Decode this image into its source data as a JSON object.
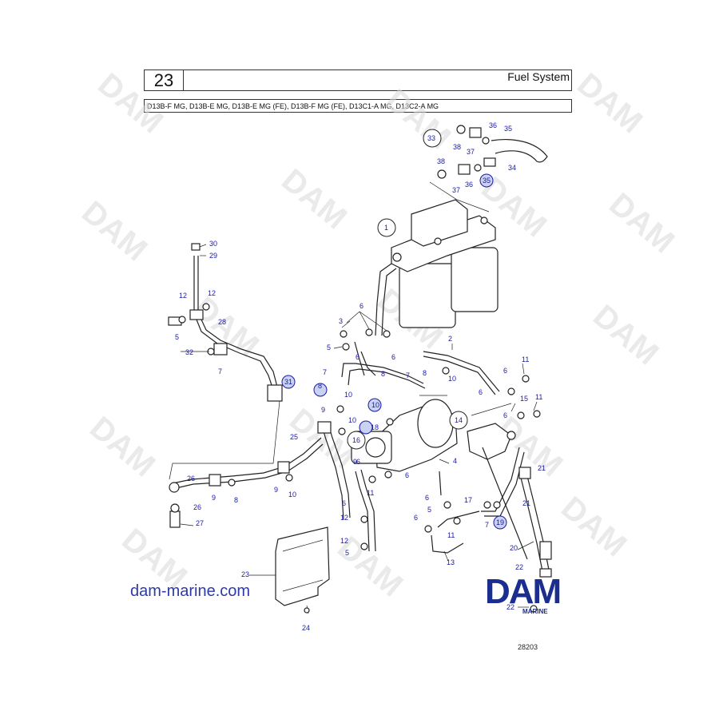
{
  "header": {
    "section_number": "23",
    "title": "Fuel System",
    "models": "D13B-F MG, D13B-E MG, D13B-E MG (FE), D13B-F MG (FE), D13C1-A MG, D13C2-A MG"
  },
  "watermark": "DAM",
  "site_url": "dam-marine.com",
  "logo": {
    "main": "DAM",
    "sub": "MARINE"
  },
  "figure_number": "28203",
  "callouts": {
    "n1": "1",
    "n2": "2",
    "n3": "3",
    "n4": "4",
    "n5": "5",
    "n6": "6",
    "n7": "7",
    "n8": "8",
    "n9": "9",
    "n10": "10",
    "n11": "11",
    "n12": "12",
    "n13": "13",
    "n14": "14",
    "n15": "15",
    "n16": "16",
    "n17": "17",
    "n18": "18",
    "n19": "19",
    "n20": "20",
    "n21": "21",
    "n22": "22",
    "n23": "23",
    "n24": "24",
    "n25": "25",
    "n26": "26",
    "n27": "27",
    "n28": "28",
    "n29": "29",
    "n30": "30",
    "n31": "31",
    "n32": "32",
    "n33": "33",
    "n34": "34",
    "n35": "35",
    "n36": "36",
    "n37": "37",
    "n38": "38"
  },
  "colors": {
    "callout_text": "#1a1aa0",
    "callout_fill": "#c9d2f2",
    "logo": "#1b2d8f"
  }
}
